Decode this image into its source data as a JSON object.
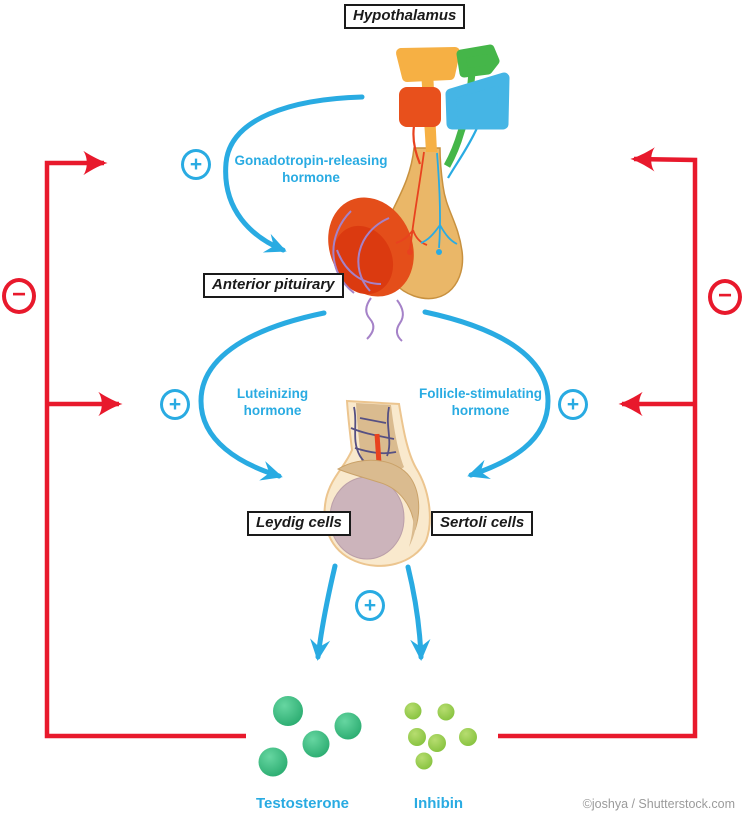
{
  "diagram": {
    "labels": {
      "hypothalamus": "Hypothalamus",
      "anterior_pituitary": "Anterior pituirary",
      "leydig_cells": "Leydig cells",
      "sertoli_cells": "Sertoli cells"
    },
    "hormones": {
      "gnrh": "Gonadotropin-releasing hormone",
      "lh": "Luteinizing hormone",
      "fsh": "Follicle-stimulating hormone"
    },
    "secretions": {
      "testosterone": "Testosterone",
      "inhibin": "Inhibin"
    },
    "signs": {
      "plus": "+",
      "minus": "−"
    },
    "colors": {
      "stimulate_blue": "#29abe2",
      "inhibit_red": "#e8192c",
      "testosterone_green": "#2aa96d",
      "inhibin_green": "#8cc63f",
      "gland_tan": "#eab768",
      "anterior_lobe_orange": "#e44e1a"
    },
    "credit": "©joshya / Shutterstock.com"
  }
}
